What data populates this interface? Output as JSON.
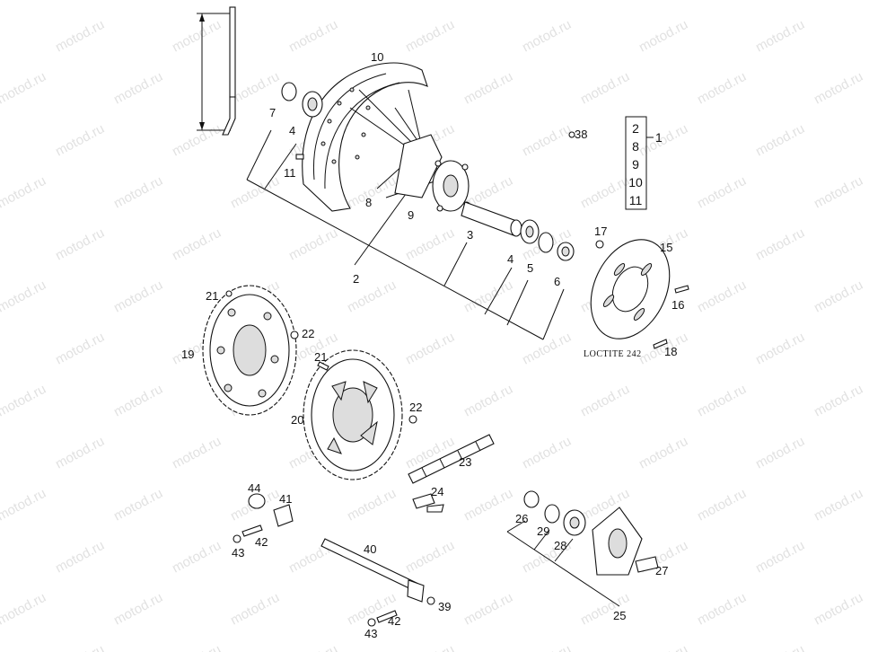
{
  "watermark": "motod.ru",
  "note": "LOCTITE 242",
  "kit": {
    "label": "1",
    "items": [
      "2",
      "8",
      "9",
      "10",
      "11"
    ]
  },
  "labels": {
    "p2": "2",
    "p3": "3",
    "p4a": "4",
    "p4b": "4",
    "p5": "5",
    "p6": "6",
    "p7": "7",
    "p8": "8",
    "p9": "9",
    "p10": "10",
    "p11": "11",
    "p15": "15",
    "p16": "16",
    "p17": "17",
    "p18": "18",
    "p19": "19",
    "p20": "20",
    "p21a": "21",
    "p21b": "21",
    "p22a": "22",
    "p22b": "22",
    "p23": "23",
    "p24": "24",
    "p25": "25",
    "p26": "26",
    "p27": "27",
    "p28": "28",
    "p29": "29",
    "p38": "38",
    "p39": "39",
    "p40": "40",
    "p41": "41",
    "p42a": "42",
    "p42b": "42",
    "p43a": "43",
    "p43b": "43",
    "p44": "44"
  }
}
